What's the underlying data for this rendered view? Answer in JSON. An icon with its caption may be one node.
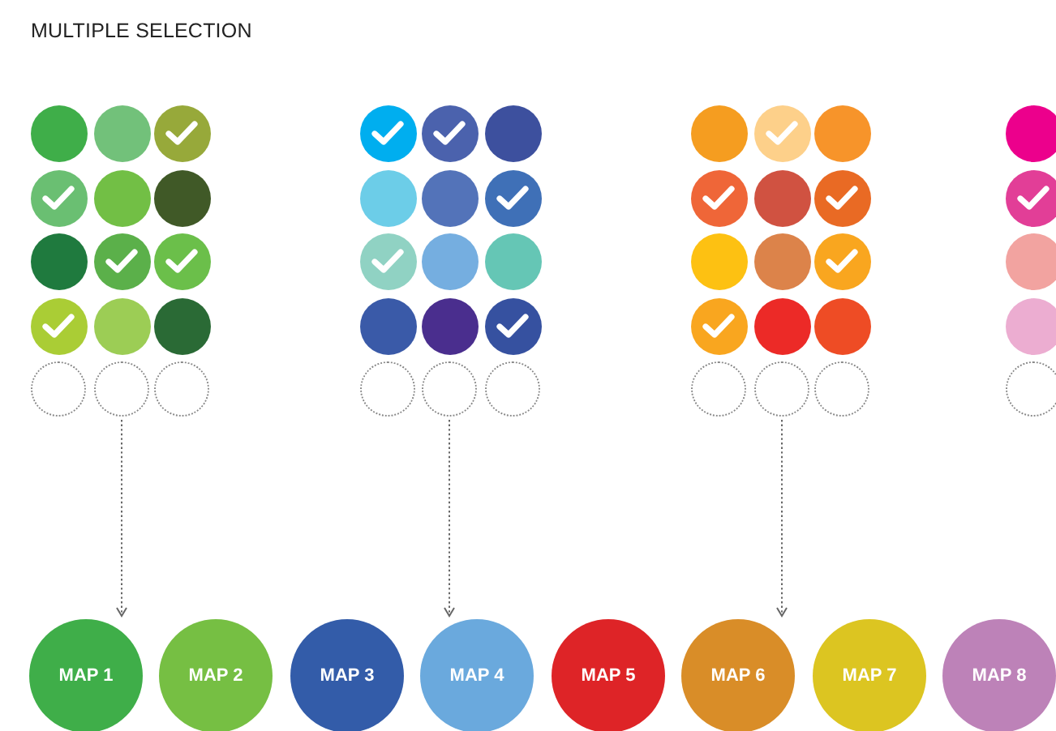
{
  "diagram": {
    "title": "MULTIPLE SELECTION",
    "nodes": [
      {
        "text": [],
        "shape": "circle"
      },
      {
        "text": [],
        "shape": "circle"
      },
      {
        "text": [],
        "shape": "circle"
      },
      {
        "text": [],
        "shape": "circle"
      },
      {
        "text": [],
        "shape": "circle"
      },
      {
        "text": [],
        "shape": "circle"
      },
      {
        "text": [],
        "shape": "circle"
      },
      {
        "text": [],
        "shape": "circle"
      },
      {
        "text": [],
        "shape": "circle"
      },
      {
        "text": [],
        "shape": "circle"
      },
      {
        "text": [],
        "shape": "circle"
      },
      {
        "text": [],
        "shape": "circle"
      },
      {
        "text": [],
        "shape": "circle"
      },
      {
        "text": [],
        "shape": "circle"
      },
      {
        "text": [],
        "shape": "circle"
      },
      {
        "text": [],
        "shape": "circle"
      },
      {
        "text": [],
        "shape": "circle"
      },
      {
        "text": [],
        "shape": "circle"
      },
      {
        "text": [],
        "shape": "circle"
      },
      {
        "text": [],
        "shape": "circle"
      },
      {
        "text": [],
        "shape": "circle"
      },
      {
        "text": [],
        "shape": "circle"
      },
      {
        "text": [],
        "shape": "circle"
      },
      {
        "text": [],
        "shape": "circle"
      },
      {
        "text": [],
        "shape": "circle"
      },
      {
        "text": [],
        "shape": "circle"
      },
      {
        "text": [],
        "shape": "circle"
      },
      {
        "text": [],
        "shape": "circle"
      },
      {
        "text": [],
        "shape": "circle"
      },
      {
        "text": [],
        "shape": "circle"
      },
      {
        "text": [],
        "shape": "circle"
      },
      {
        "text": [],
        "shape": "circle"
      },
      {
        "text": [],
        "shape": "circle"
      },
      {
        "text": [],
        "shape": "circle"
      },
      {
        "text": [],
        "shape": "circle"
      },
      {
        "text": [],
        "shape": "circle"
      },
      {
        "text": [],
        "shape": "circle"
      },
      {
        "text": [],
        "shape": "circle"
      },
      {
        "text": [],
        "shape": "circle"
      },
      {
        "text": [],
        "shape": "circle"
      },
      {
        "text": [],
        "shape": "circle"
      },
      {
        "text": [],
        "shape": "circle"
      },
      {
        "text": [],
        "shape": "circle"
      },
      {
        "text": [],
        "shape": "circle"
      },
      {
        "text": [],
        "shape": "circle"
      },
      {
        "text": [],
        "shape": "circle"
      },
      {
        "text": [],
        "shape": "circle"
      },
      {
        "text": [],
        "shape": "circle"
      },
      {
        "text": [],
        "shape": "circle"
      },
      {
        "text": [],
        "shape": "circle"
      },
      {
        "text": [
          "MAP 1"
        ]
      },
      {
        "text": [
          "MAP 2"
        ]
      },
      {
        "text": [
          "MAP 3"
        ]
      },
      {
        "text": [
          "MAP 4"
        ]
      },
      {
        "text": [
          "MAP 5"
        ]
      },
      {
        "text": [
          "MAP 6"
        ]
      },
      {
        "text": [
          "MAP 7"
        ]
      },
      {
        "text": [
          "MAP 8"
        ]
      }
    ],
    "edges": [
      {
        "from": 13,
        "to": 50,
        "arrow": "to"
      },
      {
        "from": 28,
        "to": 53,
        "arrow": "to"
      },
      {
        "from": 43,
        "to": 55,
        "arrow": "to"
      }
    ]
  }
}
